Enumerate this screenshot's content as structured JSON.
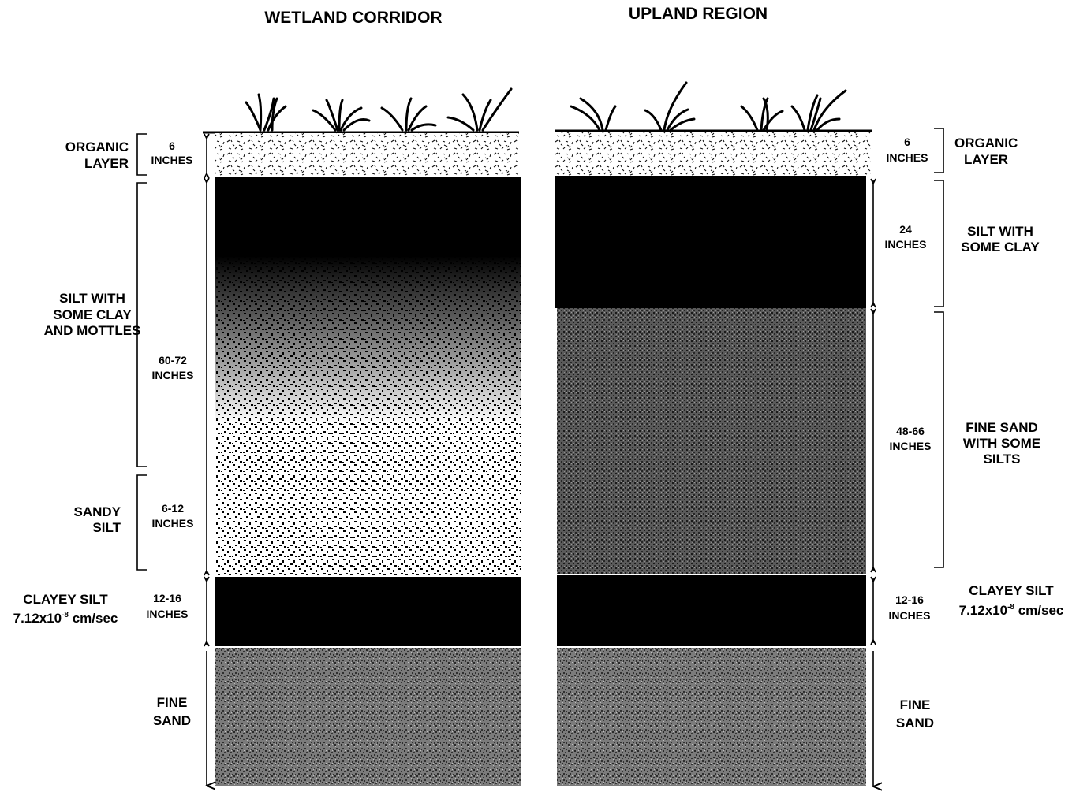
{
  "titles": {
    "left": "WETLAND CORRIDOR",
    "right": "UPLAND REGION"
  },
  "left": {
    "layers": [
      {
        "name_lines": [
          "ORGANIC",
          "LAYER"
        ],
        "thickness_lines": [
          "6",
          "INCHES"
        ]
      },
      {
        "name_lines": [
          "SILT  WITH",
          "SOME CLAY",
          "AND MOTTLES"
        ],
        "thickness_lines": [
          "60-72",
          "INCHES"
        ]
      },
      {
        "name_lines": [
          "SANDY",
          "SILT"
        ],
        "thickness_lines": [
          "6-12",
          "INCHES"
        ]
      },
      {
        "name_lines": [
          "CLAYEY SILT"
        ],
        "permeability_base": "7.12x10",
        "permeability_exp": "-8",
        "permeability_unit": " cm/sec",
        "thickness_lines": [
          "12-16",
          "INCHES"
        ]
      },
      {
        "name_lines": [
          "FINE",
          "SAND"
        ]
      }
    ]
  },
  "right": {
    "layers": [
      {
        "name_lines": [
          "ORGANIC",
          "LAYER"
        ],
        "thickness_lines": [
          "6",
          "INCHES"
        ]
      },
      {
        "name_lines": [
          "SILT WITH",
          "SOME CLAY"
        ],
        "thickness_lines": [
          "24",
          "INCHES"
        ]
      },
      {
        "name_lines": [
          "FINE SAND",
          "WITH SOME",
          "SILTS"
        ],
        "thickness_lines": [
          "48-66",
          "INCHES"
        ]
      },
      {
        "name_lines": [
          "CLAYEY SILT"
        ],
        "permeability_base": "7.12x10",
        "permeability_exp": "-8",
        "permeability_unit": " cm/sec",
        "thickness_lines": [
          "12-16",
          "INCHES"
        ]
      },
      {
        "name_lines": [
          "FINE",
          "SAND"
        ]
      }
    ]
  }
}
